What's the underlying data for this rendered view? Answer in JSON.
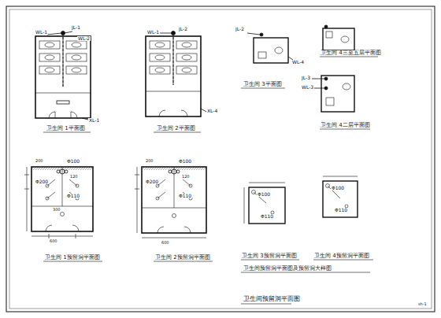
{
  "diagram": {
    "title": "卫生间预留洞平面图",
    "labels": [
      "WL-1",
      "JL-1",
      "WL-2",
      "XL-1",
      "WL-1",
      "JL-2",
      "XL-4",
      "JL-2",
      "WL-4",
      "JL-3",
      "WL-3",
      "卫生间 1平面图",
      "卫生间 2平面图",
      "卫生间 3平面图",
      "卫生间 4三至五层平面图",
      "卫生间 4二层平面图",
      "Φ100",
      "Φ200",
      "Φ110",
      "120",
      "200",
      "300",
      "600",
      "Φ100",
      "Φ200",
      "Φ110",
      "120",
      "200",
      "600",
      "Φ100",
      "Φ110",
      "Φ100",
      "Φ110",
      "卫生间 1预留洞平面图",
      "卫生间 2预留洞平面图",
      "卫生间 3预留洞平面图",
      "卫生间 4预留洞平面图",
      "卫生间预留洞平面图及预留洞大样图",
      "sh-1"
    ]
  }
}
